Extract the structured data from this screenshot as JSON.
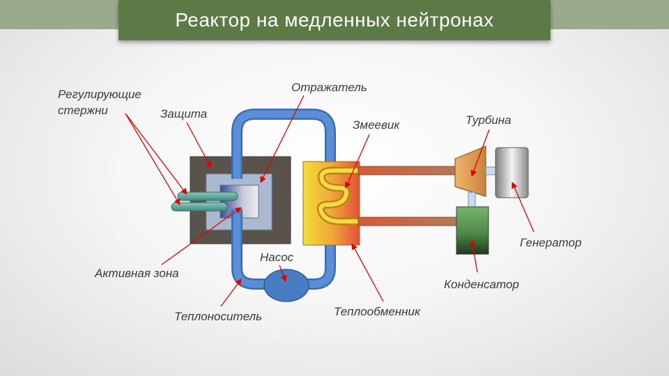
{
  "slide": {
    "title": "Реактор на медленных нейтронах"
  },
  "labels": {
    "control_rods": [
      "Регулирующие",
      "стержни"
    ],
    "shielding": "Защита",
    "reflector": "Отражатель",
    "coil": "Змеевик",
    "turbine": "Турбина",
    "generator": "Генератор",
    "core": "Активная  зона",
    "pump": "Насос",
    "condenser": "Конденсатор",
    "coolant": "Теплоноситель",
    "heat_exchanger": "Теплообменник"
  },
  "colors": {
    "title_bar": "#5b7a45",
    "top_band": "#9aaa8c",
    "shielding": "#5a534b",
    "coolant_pipe": "#4f7fc6",
    "pointer_arrow": "#e00000",
    "condenser": "#6fa36a"
  }
}
